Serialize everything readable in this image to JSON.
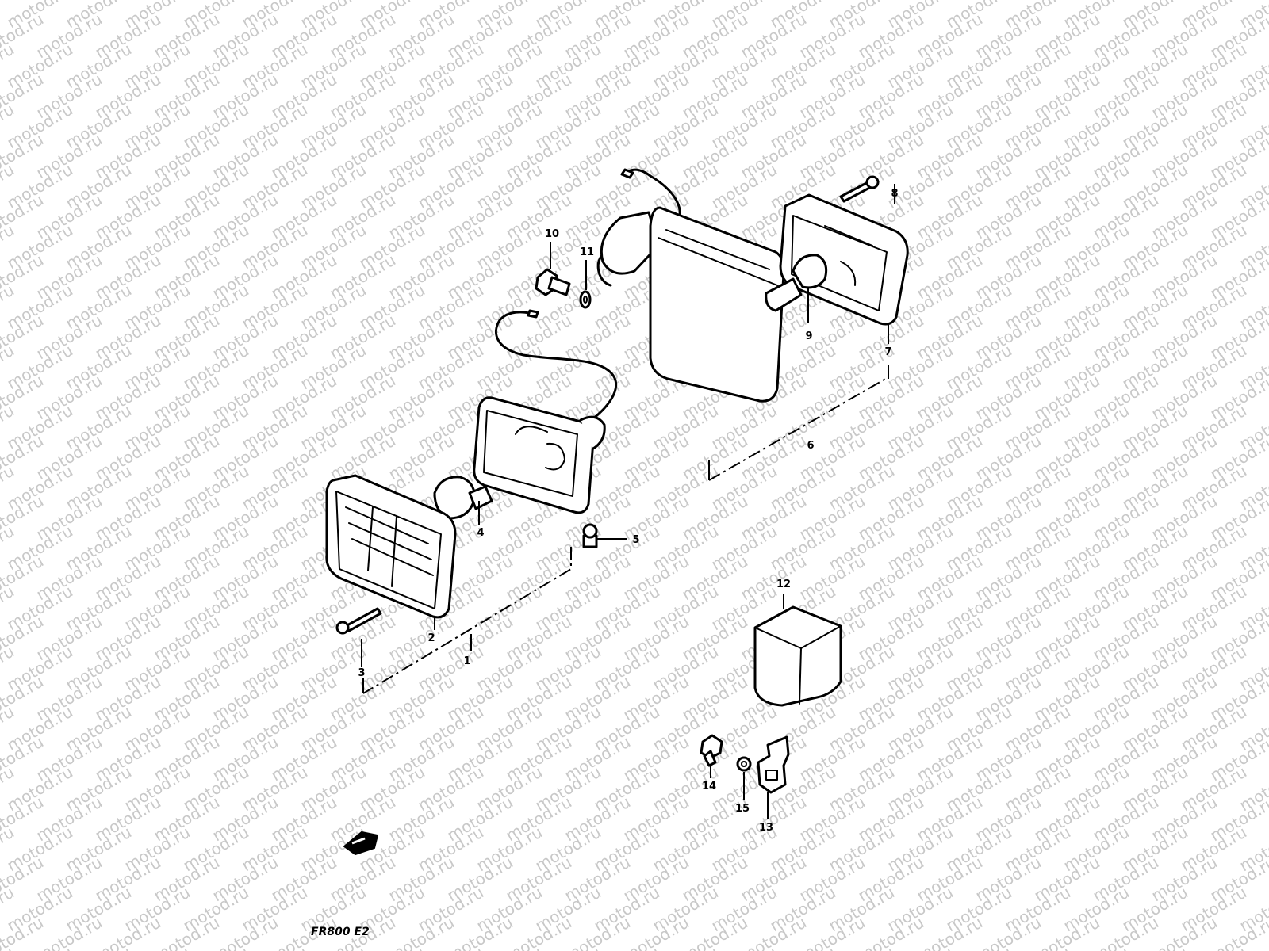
{
  "watermark": "motod.ru",
  "model_code": "FR800 E2",
  "callouts": {
    "c1": "1",
    "c2": "2",
    "c3": "3",
    "c4": "4",
    "c5": "5",
    "c6": "6",
    "c7": "7",
    "c8": "8",
    "c9": "9",
    "c10": "10",
    "c11": "11",
    "c12": "12",
    "c13": "13",
    "c14": "14",
    "c15": "15"
  }
}
